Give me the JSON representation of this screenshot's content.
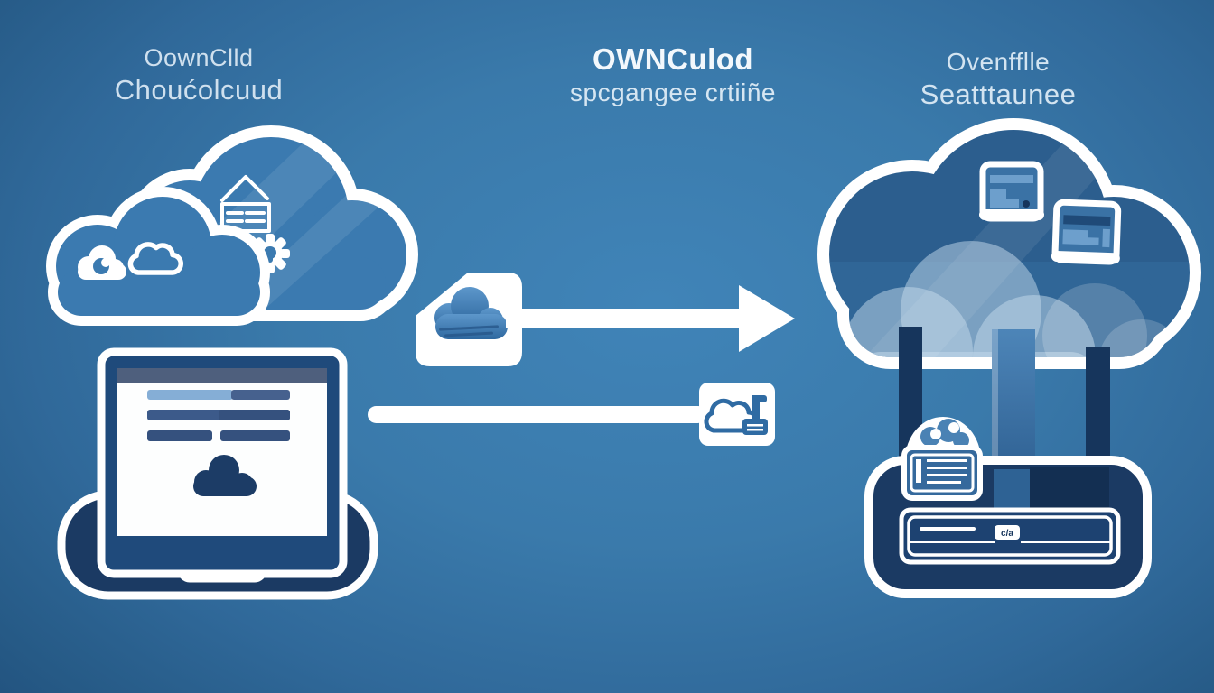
{
  "illustration": {
    "title_labels": {
      "left": {
        "line1": "OownClld",
        "line2": "Choućolcuud"
      },
      "center": {
        "line1": "OWNCulod",
        "line2": "spcgangee crtiiñe"
      },
      "right": {
        "line1": "Ovenfflle",
        "line2": "Seatttaunee"
      }
    },
    "nas": {
      "chip_label": "c/a"
    },
    "colors": {
      "background_center": "#4084b8",
      "background_edge": "#1f4d7a",
      "cloud_blue": "#3b7ab0",
      "right_cloud_blue": "#306697",
      "navy": "#1b3a63",
      "deep_navy": "#16355c",
      "accent_blue": "#2f6ba3",
      "glossy_cloud_top": "#5d97cb",
      "glossy_cloud_bottom": "#2e689f",
      "row_light_blue": "#85aed6",
      "row_slate": "#3c5a8a",
      "screen_header": "#4e5f7d",
      "inner_cloud_light": "#c4daec",
      "white": "#ffffff"
    },
    "icons": [
      "shop-sign-icon",
      "gear-icon",
      "mini-cloud-filled-icon",
      "mini-cloud-outline-icon",
      "screen-cloud-icon",
      "file-cloud-icon",
      "cloud-device-icon",
      "file-icon-1",
      "file-icon-2",
      "secure-files-icon",
      "drive-chip"
    ]
  }
}
